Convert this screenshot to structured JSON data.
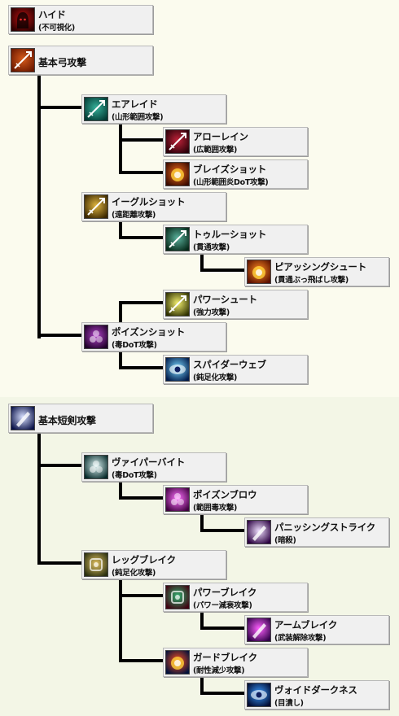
{
  "colors": {
    "bg_top": "#fbfbee",
    "bg_bottom": "#f3f6e6",
    "box_bg": "#f0f0f0",
    "line": "#000000"
  },
  "nodes": [
    {
      "id": "hide",
      "name": "ハイド",
      "sub": "(不可視化)",
      "icon": "hooded-figure-icon",
      "c1": "#2a0000",
      "c2": "#b81212"
    },
    {
      "id": "bow",
      "name": "基本弓攻撃",
      "sub": "",
      "icon": "bow-icon",
      "c1": "#6a1800",
      "c2": "#d65a1a"
    },
    {
      "id": "airraid",
      "name": "エアレイド",
      "sub": "(山形範囲攻撃)",
      "icon": "arrow-volley-icon",
      "c1": "#033a34",
      "c2": "#36b09a"
    },
    {
      "id": "arrowrain",
      "name": "アローレイン",
      "sub": "(広範囲攻撃)",
      "icon": "arrow-rain-icon",
      "c1": "#2a0008",
      "c2": "#c0233a"
    },
    {
      "id": "blaze",
      "name": "ブレイズショット",
      "sub": "(山形範囲炎DoT攻撃)",
      "icon": "fire-shot-icon",
      "c1": "#3a0a00",
      "c2": "#f06a1a"
    },
    {
      "id": "eagle",
      "name": "イーグルショット",
      "sub": "(遠距離攻撃)",
      "icon": "eagle-shot-icon",
      "c1": "#3a2600",
      "c2": "#e0b640"
    },
    {
      "id": "through",
      "name": "トゥルーショット",
      "sub": "(貫通攻撃)",
      "icon": "piercing-arrow-icon",
      "c1": "#052818",
      "c2": "#5ab09c"
    },
    {
      "id": "piercing",
      "name": "ピアッシングシュート",
      "sub": "(貫通ぶっ飛ばし攻撃)",
      "icon": "piercing-burst-icon",
      "c1": "#5a1000",
      "c2": "#ff8a20"
    },
    {
      "id": "power",
      "name": "パワーシュート",
      "sub": "(強力攻撃)",
      "icon": "power-shot-icon",
      "c1": "#2e3000",
      "c2": "#f4f070"
    },
    {
      "id": "poison",
      "name": "ポイズンショット",
      "sub": "(毒DoT攻撃)",
      "icon": "poison-shot-icon",
      "c1": "#1e0028",
      "c2": "#b040c8"
    },
    {
      "id": "spider",
      "name": "スパイダーウェブ",
      "sub": "(鈍足化攻撃)",
      "icon": "spider-web-icon",
      "c1": "#001a4a",
      "c2": "#7ad8ff"
    },
    {
      "id": "dagger",
      "name": "基本短剣攻撃",
      "sub": "",
      "icon": "dagger-icon",
      "c1": "#0a1248",
      "c2": "#d8e0ff"
    },
    {
      "id": "viper",
      "name": "ヴァイパーバイト",
      "sub": "(毒DoT攻撃)",
      "icon": "viper-bite-icon",
      "c1": "#062a2a",
      "c2": "#d8f0f0"
    },
    {
      "id": "poisonblow",
      "name": "ポイズンブロウ",
      "sub": "(範囲毒攻撃)",
      "icon": "poison-blow-icon",
      "c1": "#400040",
      "c2": "#ff70ff"
    },
    {
      "id": "panic",
      "name": "パニッシングストライク",
      "sub": "(暗殺)",
      "icon": "punishing-strike-icon",
      "c1": "#2a0040",
      "c2": "#f0e0ff"
    },
    {
      "id": "legbreak",
      "name": "レッグブレイク",
      "sub": "(鈍足化攻撃)",
      "icon": "leg-break-icon",
      "c1": "#2a3010",
      "c2": "#e0c060"
    },
    {
      "id": "powerbreak",
      "name": "パワーブレイク",
      "sub": "(パワー減衰攻撃)",
      "icon": "power-break-icon",
      "c1": "#400010",
      "c2": "#30b070"
    },
    {
      "id": "armbreak",
      "name": "アームブレイク",
      "sub": "(武装解除攻撃)",
      "icon": "arm-break-icon",
      "c1": "#300048",
      "c2": "#ff60ff"
    },
    {
      "id": "guardbreak",
      "name": "ガードブレイク",
      "sub": "(耐性減少攻撃)",
      "icon": "guard-break-icon",
      "c1": "#00103a",
      "c2": "#ff5020"
    },
    {
      "id": "void",
      "name": "ヴォイドダークネス",
      "sub": "(目潰し)",
      "icon": "void-eye-icon",
      "c1": "#000a30",
      "c2": "#3a9aff"
    }
  ]
}
